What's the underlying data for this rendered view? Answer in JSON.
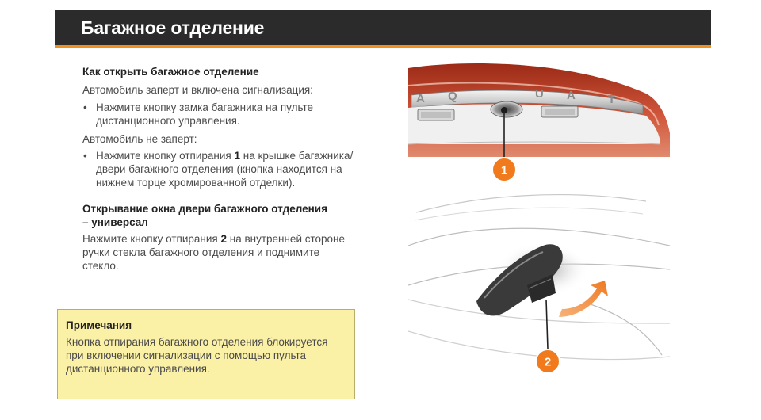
{
  "header": {
    "title": "Багажное отделение"
  },
  "section1": {
    "heading": "Как открыть багажное отделение",
    "locked": {
      "text": "Автомобиль заперт и включена сигнализация:",
      "bullet_line1": "Нажмите кнопку замка багажника на пульте",
      "bullet_line2": "дистанционного управления."
    },
    "unlocked": {
      "text": "Автомобиль не заперт:",
      "bullet_line1_pre": "Нажмите кнопку отпирания ",
      "bullet_num": "1",
      "bullet_line1_post": " на крышке багажника/",
      "bullet_line2": "двери багажного отделения (кнопка находится на",
      "bullet_line3": "нижнем торце хромированной отделки)."
    }
  },
  "section2": {
    "heading_line1": "Открывание окна двери багажного отделения",
    "heading_line2": "– универсал",
    "text_line1_pre": "Нажмите кнопку отпирания ",
    "text_num": "2",
    "text_line1_post": " на внутренней стороне",
    "text_line2": "ручки стекла багажного отделения и поднимите",
    "text_line3": "стекло."
  },
  "note": {
    "title": "Примечания",
    "line1": "Кнопка отпирания багажного отделения блокируется",
    "line2": "при включении сигнализации с помощью пульта",
    "line3": "дистанционного управления."
  },
  "illustration": {
    "badge1": "1",
    "badge2": "2",
    "emblem_letters": [
      "A",
      "Q",
      "U",
      "A",
      "T"
    ]
  },
  "colors": {
    "header_bg": "#2b2b2b",
    "accent": "#f0901e",
    "note_bg": "#faf0a6",
    "badge": "#f07a1c",
    "car_red": "#c0442a"
  }
}
